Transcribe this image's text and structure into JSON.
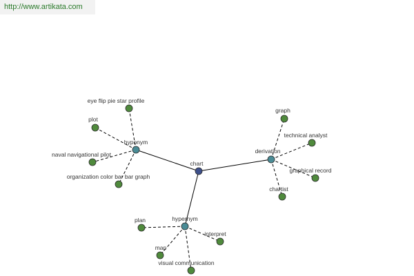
{
  "header": {
    "url_text": "http://www.artikata.com"
  },
  "colors": {
    "root": "#3d4f8a",
    "category": "#4a8c96",
    "leaf": "#4f8a3c",
    "url_text": "#2a7a2a"
  },
  "nodes": [
    {
      "id": "chart",
      "label": "chart",
      "kind": "root"
    },
    {
      "id": "hyponym",
      "label": "hyponym",
      "kind": "category"
    },
    {
      "id": "derivation",
      "label": "derivation",
      "kind": "category"
    },
    {
      "id": "hypernym",
      "label": "hypernym",
      "kind": "category"
    },
    {
      "id": "eye-flip-pie-star-profile",
      "label": "eye flip pie star profile",
      "kind": "leaf"
    },
    {
      "id": "plot",
      "label": "plot",
      "kind": "leaf"
    },
    {
      "id": "naval-navigational-pilot",
      "label": "naval navigational pilot",
      "kind": "leaf"
    },
    {
      "id": "organization-color-bar-bar-graph",
      "label": "organization color bar bar graph",
      "kind": "leaf"
    },
    {
      "id": "graph",
      "label": "graph",
      "kind": "leaf"
    },
    {
      "id": "technical-analyst",
      "label": "technical analyst",
      "kind": "leaf"
    },
    {
      "id": "graphical-record",
      "label": "graphical record",
      "kind": "leaf"
    },
    {
      "id": "chartist",
      "label": "chartist",
      "kind": "leaf"
    },
    {
      "id": "plan",
      "label": "plan",
      "kind": "leaf"
    },
    {
      "id": "interpret",
      "label": "interpret",
      "kind": "leaf"
    },
    {
      "id": "map",
      "label": "map",
      "kind": "leaf"
    },
    {
      "id": "visual-communication",
      "label": "visual communication",
      "kind": "leaf"
    }
  ],
  "edges": [
    {
      "from": "chart",
      "to": "hyponym",
      "style": "solid"
    },
    {
      "from": "chart",
      "to": "derivation",
      "style": "solid"
    },
    {
      "from": "chart",
      "to": "hypernym",
      "style": "solid"
    },
    {
      "from": "hyponym",
      "to": "eye-flip-pie-star-profile",
      "style": "dashed"
    },
    {
      "from": "hyponym",
      "to": "plot",
      "style": "dashed"
    },
    {
      "from": "hyponym",
      "to": "naval-navigational-pilot",
      "style": "dashed"
    },
    {
      "from": "hyponym",
      "to": "organization-color-bar-bar-graph",
      "style": "dashed"
    },
    {
      "from": "derivation",
      "to": "graph",
      "style": "dashed"
    },
    {
      "from": "derivation",
      "to": "technical-analyst",
      "style": "dashed"
    },
    {
      "from": "derivation",
      "to": "graphical-record",
      "style": "dashed"
    },
    {
      "from": "derivation",
      "to": "chartist",
      "style": "dashed"
    },
    {
      "from": "hypernym",
      "to": "plan",
      "style": "dashed"
    },
    {
      "from": "hypernym",
      "to": "interpret",
      "style": "dashed"
    },
    {
      "from": "hypernym",
      "to": "map",
      "style": "dashed"
    },
    {
      "from": "hypernym",
      "to": "visual-communication",
      "style": "dashed"
    }
  ]
}
